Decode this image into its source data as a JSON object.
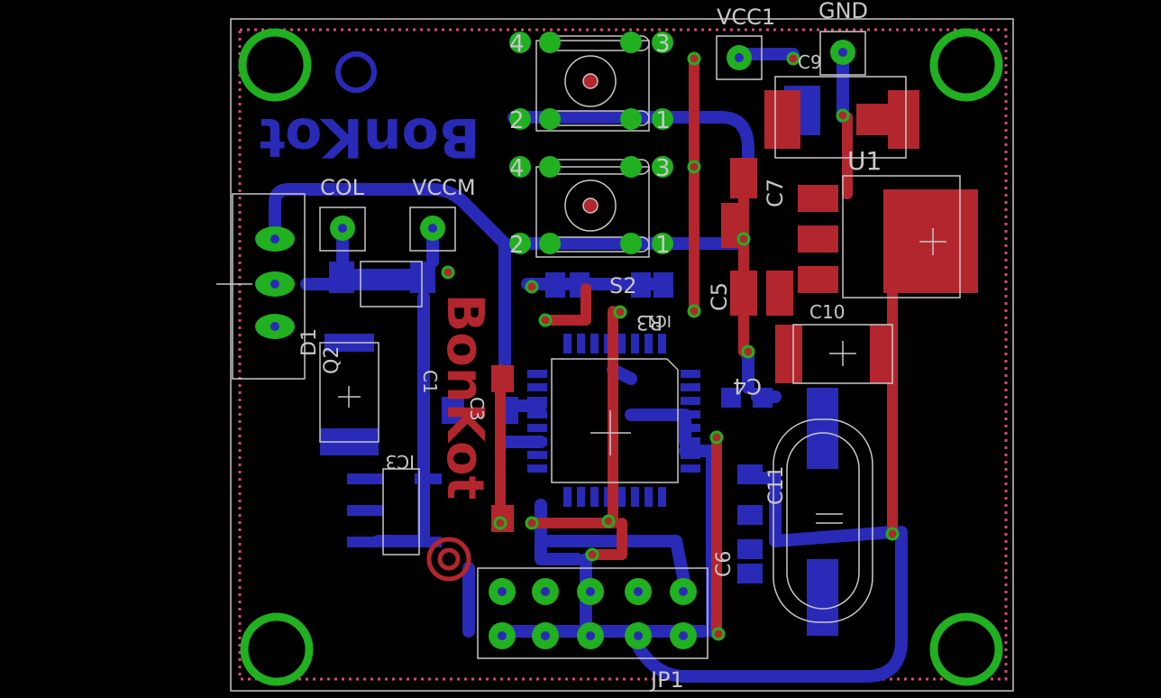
{
  "colors": {
    "background": "#000000",
    "top_copper": "#b3262d",
    "bottom_copper": "#2a2ab8",
    "via": "#20b020",
    "silk": "#c8c8c8",
    "dimension": "#d24a7a"
  },
  "silk_labels": {
    "vcc1": "VCC1",
    "gnd": "GND",
    "c9": "C9",
    "u1": "U1",
    "c7": "C7",
    "c5": "C5",
    "c10": "C10",
    "c4": "C4",
    "s2": "S2",
    "r3": "R3",
    "ic1": "IC1",
    "col": "COL",
    "vccm": "VCCM",
    "q2": "Q2",
    "d1": "D1",
    "c1": "C1",
    "c3": "C3",
    "ic3": "IC3",
    "c11": "C11",
    "c6": "C6",
    "jp1": "JP1"
  },
  "pad_numbers": {
    "s1_top_left": "4",
    "s1_top_right": "3",
    "s1_bottom_left": "2",
    "s1_bottom_right": "1",
    "s2_top_left": "4",
    "s2_top_right": "3",
    "s2_bottom_left": "2",
    "s2_bottom_right": "1"
  },
  "logos": {
    "bottom_text": "BonKot",
    "top_text": "BonKot"
  }
}
